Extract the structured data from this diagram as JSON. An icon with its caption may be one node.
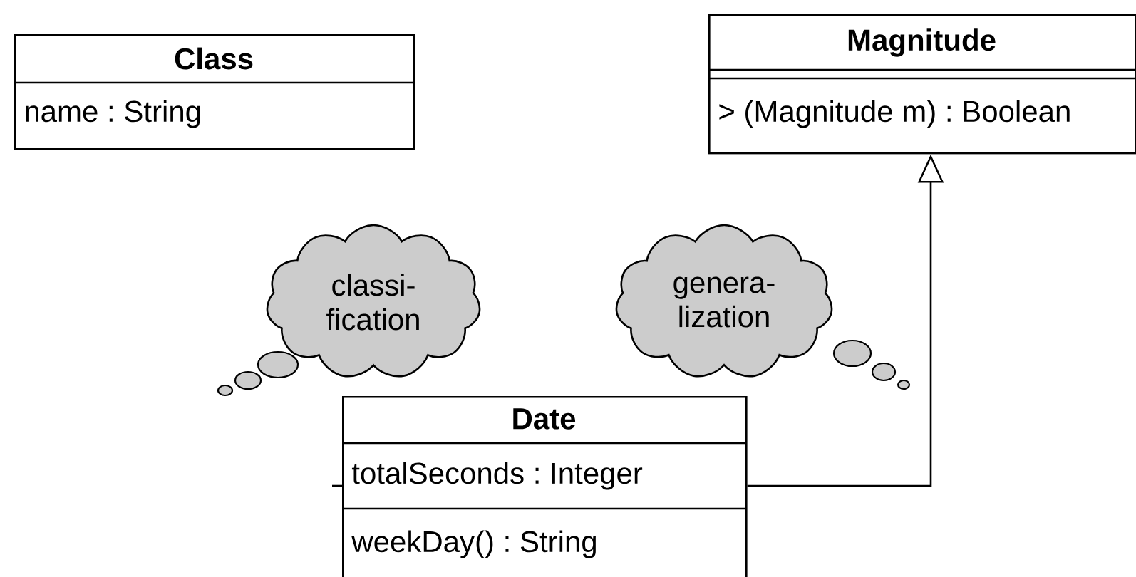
{
  "diagram": {
    "nodes": [
      {
        "text": [
          "Class",
          "name : String"
        ]
      },
      {
        "text": [
          "Magnitude",
          "> (Magnitude m) : Boolean"
        ]
      },
      {
        "text": [
          "classi- fication"
        ]
      },
      {
        "text": [
          "genera- lization"
        ]
      },
      {
        "text": [
          "Date",
          "totalSeconds : Integer",
          "weekDay() : String"
        ]
      }
    ],
    "edges": [
      {
        "from": 4,
        "to": 1,
        "arrow": "to"
      },
      {
        "from": null,
        "to": 4,
        "arrow": "none"
      }
    ]
  }
}
